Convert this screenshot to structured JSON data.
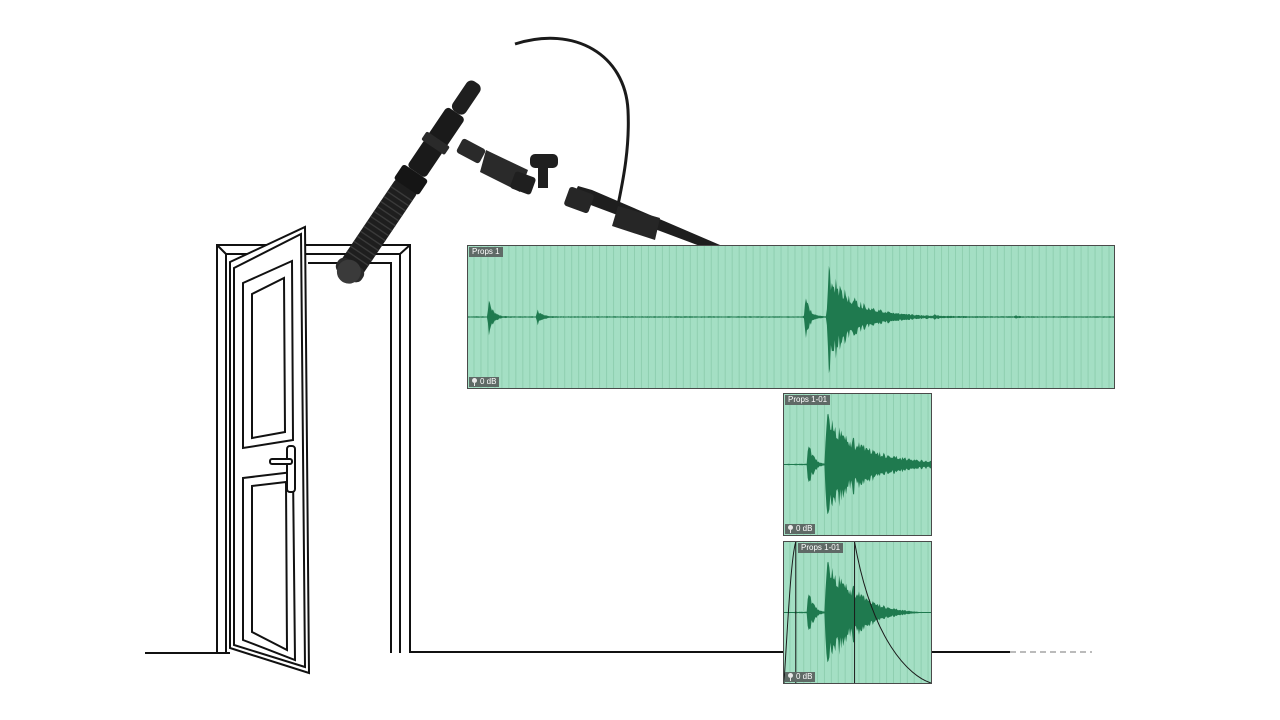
{
  "colors": {
    "clip_background": "#a4dfc4",
    "waveform": "#1f7a4f",
    "clip_border": "#4a4a4a",
    "label_background": "#5f6a66",
    "line_art": "#111111",
    "microphone": "#1e1e1e"
  },
  "illustration": {
    "microphone": "shotgun-microphone",
    "boom": "boom-pole",
    "door": "open-door",
    "floor": "floor-line"
  },
  "clips": [
    {
      "id": "main",
      "name": "Props 1",
      "gain": "0 dB",
      "gain_icon": "clip-gain-icon",
      "fade_in": false,
      "fade_out": false
    },
    {
      "id": "top",
      "name": "Props 1-01",
      "gain": "0 dB",
      "gain_icon": "clip-gain-icon",
      "fade_in": false,
      "fade_out": false
    },
    {
      "id": "bottom",
      "name": "Props 1-01",
      "gain": "0 dB",
      "gain_icon": "clip-gain-icon",
      "fade_in": true,
      "fade_out": true
    }
  ]
}
